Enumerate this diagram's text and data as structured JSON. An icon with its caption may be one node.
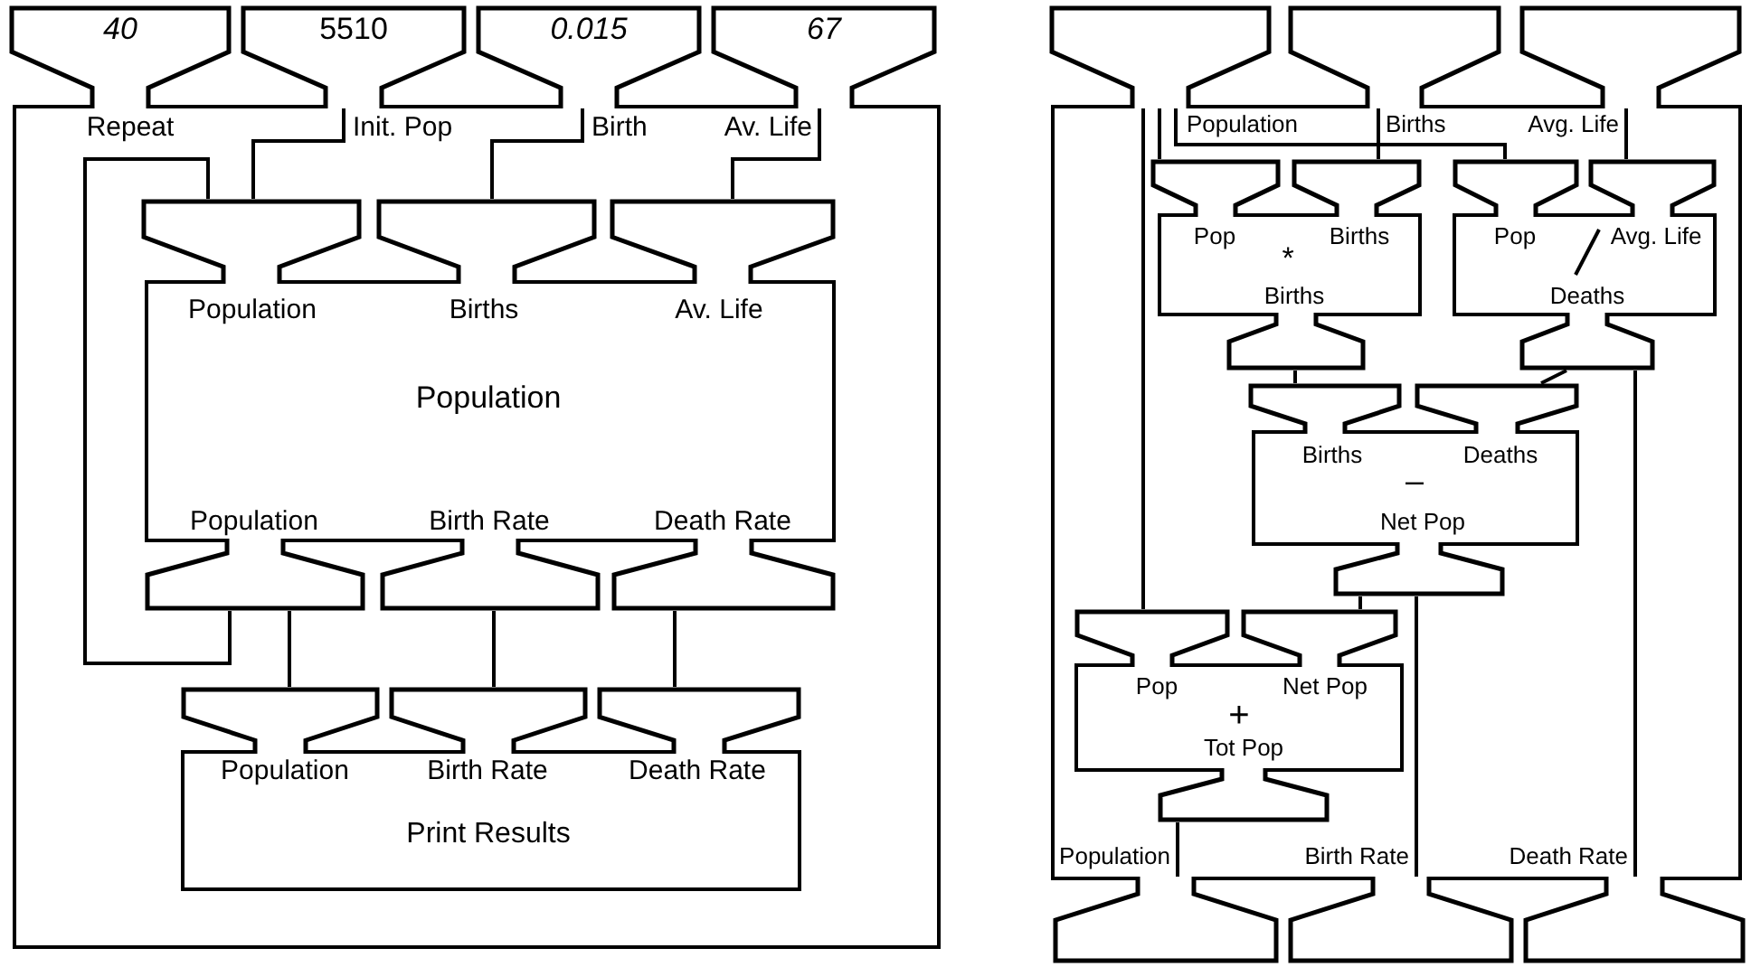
{
  "diagram": {
    "nodes": [
      {
        "text": [],
        "shape": "box"
      },
      {
        "text": [
          "40"
        ],
        "beside": [
          "Repeat"
        ]
      },
      {
        "text": [
          "5510"
        ],
        "beside": [
          "Init. Pop"
        ]
      },
      {
        "text": [
          "0.015"
        ],
        "beside": [
          "Birth"
        ]
      },
      {
        "text": [
          "67"
        ],
        "beside": [
          "Av. Life"
        ]
      },
      {
        "text": [
          "Population"
        ],
        "in": 0
      },
      {
        "text": [],
        "shape": "funnel",
        "beside": [
          "Population"
        ],
        "in": 0
      },
      {
        "text": [],
        "shape": "funnel",
        "beside": [
          "Births"
        ],
        "in": 0
      },
      {
        "text": [],
        "shape": "funnel",
        "beside": [
          "Av. Life"
        ],
        "in": 0
      },
      {
        "text": [],
        "shape": "funnel",
        "beside": [
          "Population"
        ],
        "in": 0
      },
      {
        "text": [],
        "shape": "funnel",
        "beside": [
          "Birth Rate"
        ],
        "in": 0
      },
      {
        "text": [],
        "shape": "funnel",
        "beside": [
          "Death Rate"
        ],
        "in": 0
      },
      {
        "text": [
          "Print Results"
        ],
        "in": 0
      },
      {
        "text": [],
        "shape": "funnel",
        "beside": [
          "Population"
        ],
        "in": 0
      },
      {
        "text": [],
        "shape": "funnel",
        "beside": [
          "Birth Rate"
        ],
        "in": 0
      },
      {
        "text": [],
        "shape": "funnel",
        "beside": [
          "Death Rate"
        ],
        "in": 0
      },
      {
        "text": [],
        "shape": "box"
      },
      {
        "text": [],
        "shape": "funnel",
        "beside": [
          "Population"
        ]
      },
      {
        "text": [],
        "shape": "funnel",
        "beside": [
          "Births"
        ]
      },
      {
        "text": [],
        "shape": "funnel",
        "beside": [
          "Avg. Life"
        ]
      },
      {
        "text": [
          "*"
        ],
        "in": 16
      },
      {
        "text": [],
        "shape": "funnel",
        "beside": [
          "Pop"
        ],
        "in": 16
      },
      {
        "text": [],
        "shape": "funnel",
        "beside": [
          "Births"
        ],
        "in": 16
      },
      {
        "text": [],
        "shape": "funnel",
        "beside": [
          "Births"
        ],
        "in": 16
      },
      {
        "text": [],
        "shape": "box",
        "in": 16
      },
      {
        "text": [],
        "shape": "funnel",
        "beside": [
          "Pop"
        ],
        "in": 16
      },
      {
        "text": [],
        "shape": "funnel",
        "beside": [
          "Avg. Life"
        ],
        "in": 16
      },
      {
        "text": [],
        "shape": "funnel",
        "beside": [
          "Deaths"
        ],
        "in": 16
      },
      {
        "text": [
          "–"
        ],
        "in": 16
      },
      {
        "text": [],
        "shape": "funnel",
        "beside": [
          "Births"
        ],
        "in": 16
      },
      {
        "text": [],
        "shape": "funnel",
        "beside": [
          "Deaths"
        ],
        "in": 16
      },
      {
        "text": [],
        "shape": "funnel",
        "beside": [
          "Net Pop"
        ],
        "in": 16
      },
      {
        "text": [
          "+"
        ],
        "in": 16
      },
      {
        "text": [],
        "shape": "funnel",
        "beside": [
          "Pop"
        ],
        "in": 16
      },
      {
        "text": [],
        "shape": "funnel",
        "beside": [
          "Net Pop"
        ],
        "in": 16
      },
      {
        "text": [],
        "shape": "funnel",
        "beside": [
          "Tot Pop"
        ],
        "in": 16
      },
      {
        "text": [],
        "shape": "funnel",
        "beside": [
          "Population"
        ]
      },
      {
        "text": [],
        "shape": "funnel",
        "beside": [
          "Birth Rate"
        ]
      },
      {
        "text": [],
        "shape": "funnel",
        "beside": [
          "Death Rate"
        ]
      }
    ],
    "edges": [
      {
        "from": 2,
        "to": 6,
        "arrow": "none"
      },
      {
        "from": 9,
        "to": 6,
        "arrow": "none"
      },
      {
        "from": 3,
        "to": 7,
        "arrow": "none"
      },
      {
        "from": 4,
        "to": 8,
        "arrow": "none"
      },
      {
        "from": 9,
        "to": 13,
        "arrow": "none"
      },
      {
        "from": 10,
        "to": 14,
        "arrow": "none"
      },
      {
        "from": 11,
        "to": 15,
        "arrow": "none"
      },
      {
        "from": 17,
        "to": 33,
        "arrow": "none"
      },
      {
        "from": 17,
        "to": 21,
        "arrow": "none"
      },
      {
        "from": 17,
        "to": 25,
        "arrow": "none"
      },
      {
        "from": 18,
        "to": 22,
        "arrow": "none"
      },
      {
        "from": 19,
        "to": 26,
        "arrow": "none"
      },
      {
        "from": 23,
        "to": 29,
        "arrow": "none"
      },
      {
        "from": 27,
        "to": 30,
        "arrow": "none"
      },
      {
        "from": 27,
        "to": 38,
        "arrow": "none"
      },
      {
        "from": 31,
        "to": 34,
        "arrow": "none"
      },
      {
        "from": 31,
        "to": 37,
        "arrow": "none"
      },
      {
        "from": 35,
        "to": 36,
        "arrow": "none"
      }
    ]
  }
}
